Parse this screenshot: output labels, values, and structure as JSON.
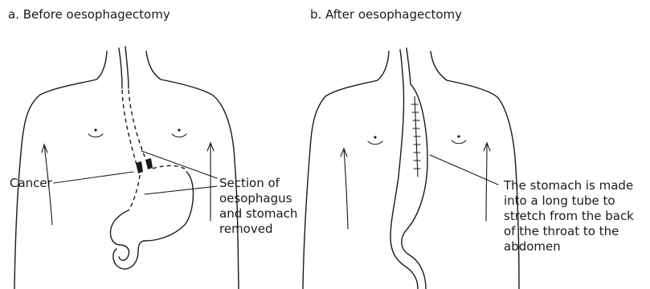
{
  "panels": {
    "before": {
      "title": "a. Before oesophagectomy",
      "labels": {
        "cancer": "Cancer",
        "removed": [
          "Section of",
          "oesophagus",
          "and stomach",
          "removed"
        ]
      }
    },
    "after": {
      "title": "b. After oesophagectomy",
      "labels": {
        "tube": [
          "The stomach is made",
          "into a long tube to",
          "stretch from the back",
          "of the throat to the",
          "abdomen"
        ]
      }
    }
  }
}
